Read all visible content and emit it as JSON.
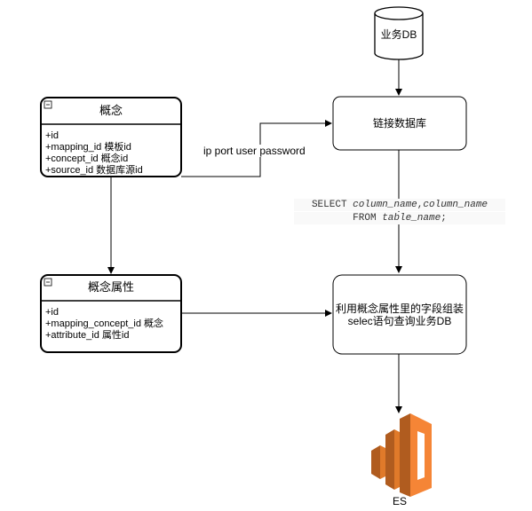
{
  "db_node": {
    "label": "业务DB"
  },
  "connect_node": {
    "label": "链接数据库"
  },
  "assemble_node": {
    "line1": "利用概念属性里的字段组装",
    "line2": "selec语句查询业务DB"
  },
  "es_node": {
    "label": "ES",
    "icon": "aws-elasticsearch-icon",
    "color": "#F58536"
  },
  "entity_concept": {
    "title": "概念",
    "fields": [
      "+id",
      "+mapping_id 模板id",
      "+concept_id 概念id",
      "+source_id 数据库源id"
    ]
  },
  "entity_concept_attr": {
    "title": "概念属性",
    "fields": [
      "+id",
      "+mapping_concept_id 概念",
      "+attribute_id 属性id"
    ]
  },
  "edge_label_connect": "ip port user password",
  "sql": {
    "kw_select": "SELECT",
    "col1": "column_name",
    "comma": ",",
    "col2": "column_name",
    "kw_from": "FROM",
    "table": "table_name",
    "end": ";"
  }
}
